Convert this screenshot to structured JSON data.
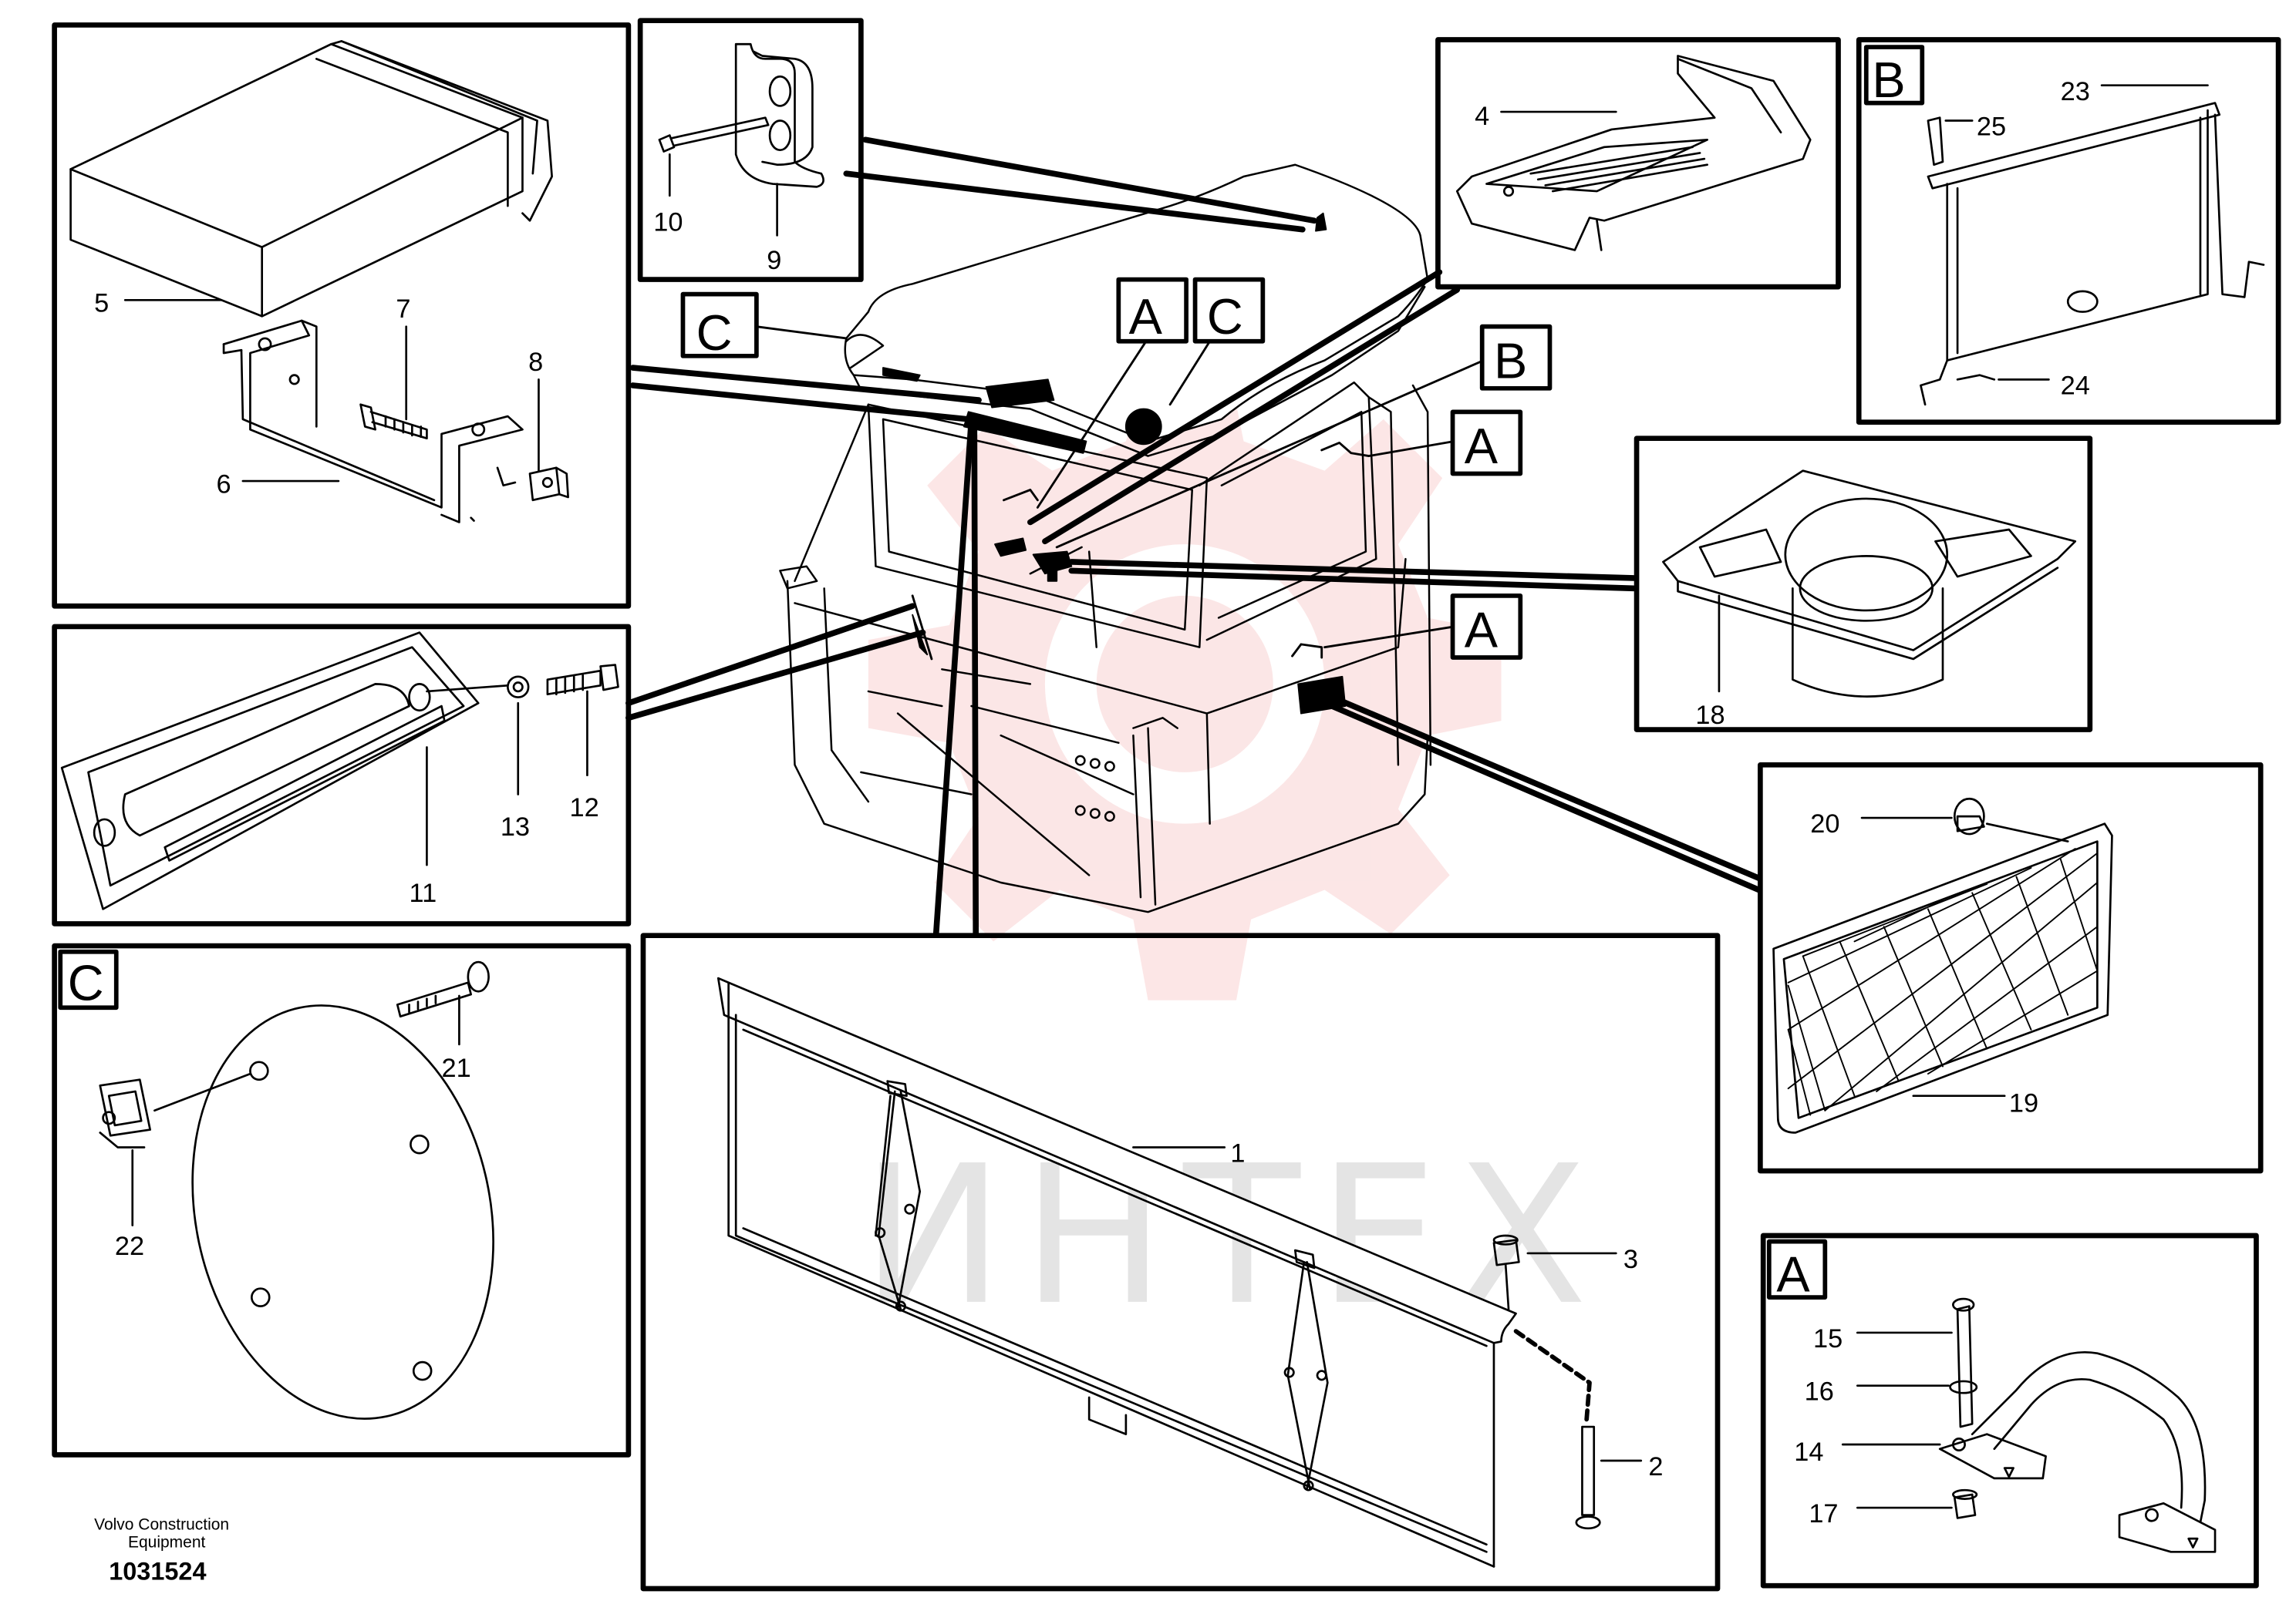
{
  "watermark": {
    "text": "ИНТЕХ",
    "color": "#f2b6b6"
  },
  "publisher": {
    "line1": "Volvo Construction",
    "line2": "Equipment",
    "code": "1031524"
  },
  "callouts": {
    "A_main_1": "A",
    "C_main_1": "C",
    "C_main_2": "C",
    "B_main": "B",
    "A_main_2": "A",
    "A_main_3": "A",
    "inset_B": "B",
    "inset_C": "C",
    "inset_A": "A"
  },
  "parts": {
    "p1": "1",
    "p2": "2",
    "p3": "3",
    "p4": "4",
    "p5": "5",
    "p6": "6",
    "p7": "7",
    "p8": "8",
    "p9": "9",
    "p10": "10",
    "p11": "11",
    "p12": "12",
    "p13": "13",
    "p14": "14",
    "p15": "15",
    "p16": "16",
    "p17": "17",
    "p18": "18",
    "p19": "19",
    "p20": "20",
    "p21": "21",
    "p22": "22",
    "p23": "23",
    "p24": "24",
    "p25": "25"
  }
}
